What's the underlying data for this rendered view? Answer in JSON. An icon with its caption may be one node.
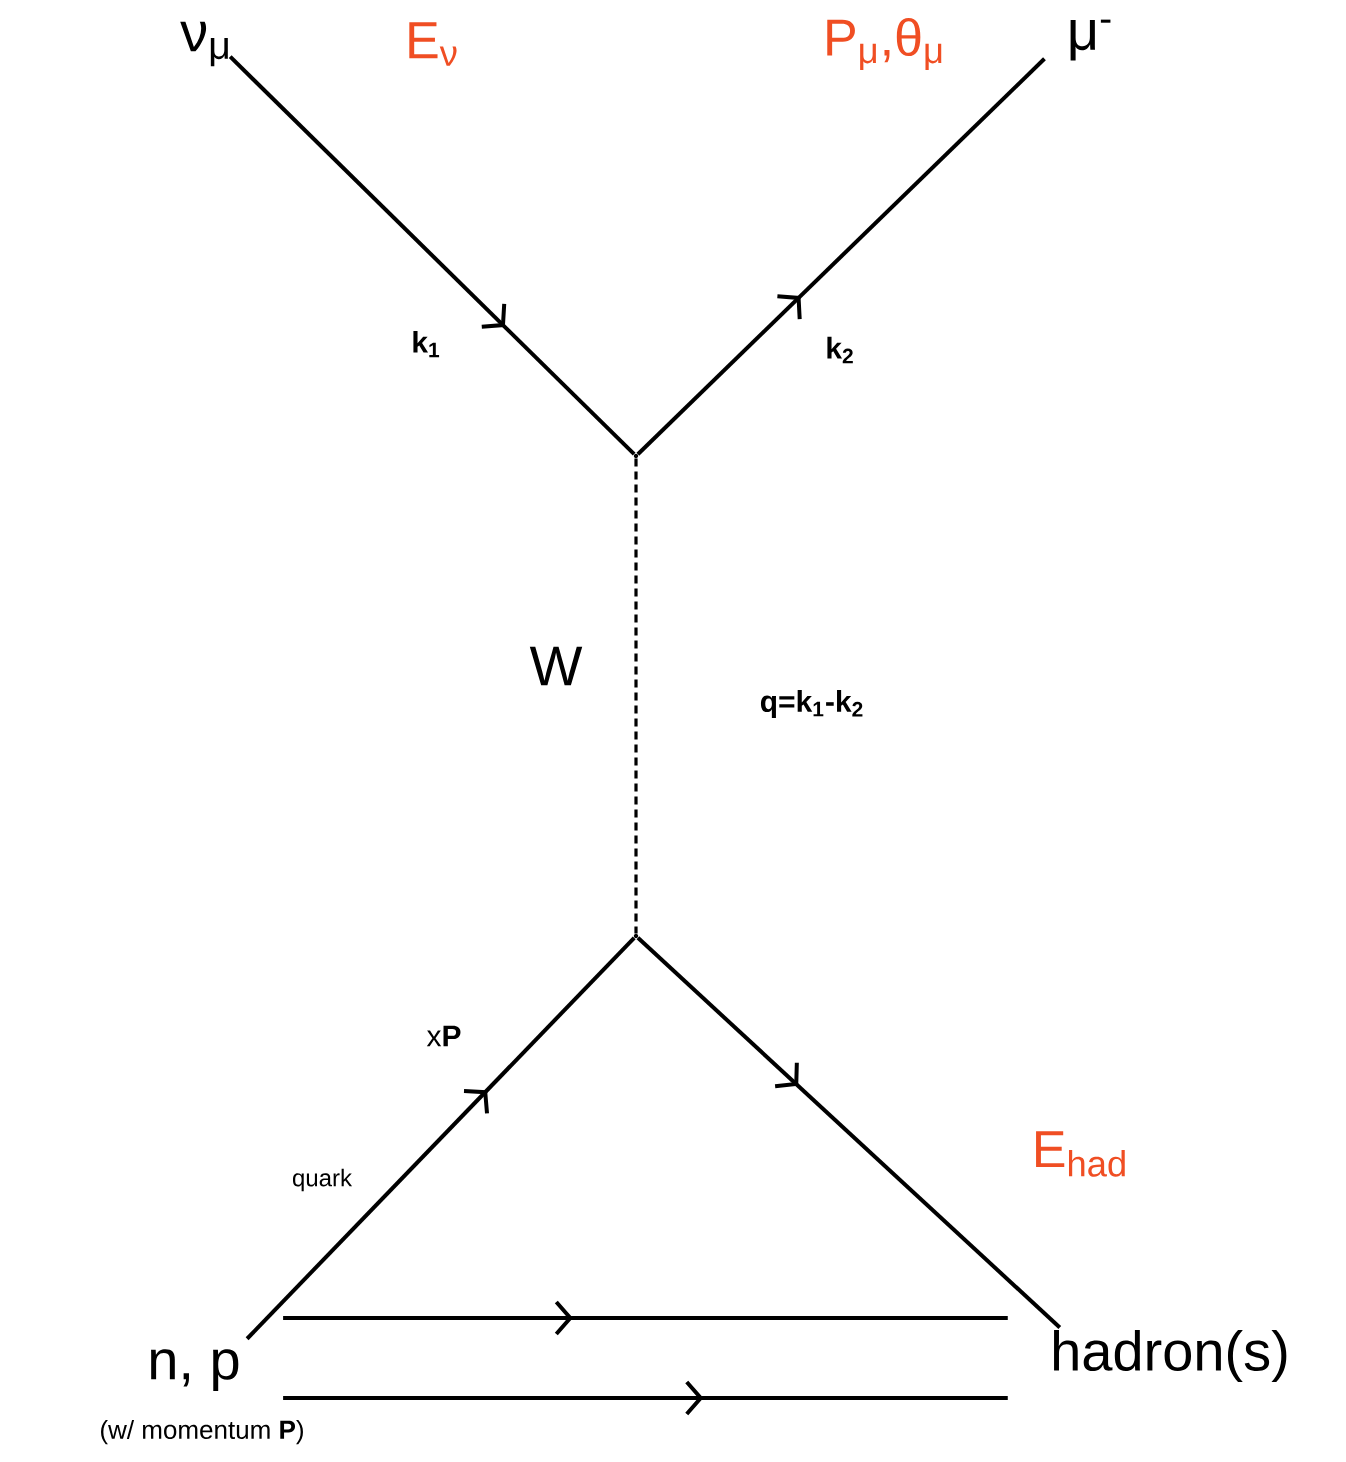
{
  "diagram": {
    "nodes": [
      {
        "text": [
          "ν$_{μ}$"
        ]
      },
      {
        "text": [
          "μ$^{-}$"
        ]
      },
      {
        "text": [],
        "shape": "point"
      },
      {
        "text": [],
        "shape": "point"
      },
      {
        "text": [
          "n, p"
        ],
        "beside": [
          "(w/ momentum **P**)"
        ]
      },
      {
        "text": [
          "hadron(s)"
        ]
      }
    ],
    "edges": [
      {
        "from": 0,
        "to": 2,
        "arrow": "to",
        "label": "k$_{1}$"
      },
      {
        "from": 2,
        "to": 1,
        "arrow": "to",
        "label": "k$_{2}$"
      },
      {
        "from": 2,
        "to": 3,
        "arrow": "none",
        "style": "dashed",
        "label": "W"
      },
      {
        "from": 4,
        "to": 3,
        "arrow": "to",
        "label": "x**P**"
      },
      {
        "from": 3,
        "to": 5,
        "arrow": "to"
      },
      {
        "from": 4,
        "to": 5,
        "arrow": "to"
      },
      {
        "from": 4,
        "to": 5,
        "arrow": "to"
      }
    ],
    "labels": [
      "E$_{ν}$",
      "P$_{μ}$,θ$_{μ}$",
      "q=k$_{1}$-k$_{2}$",
      "quark",
      "E$_{had}$"
    ]
  }
}
